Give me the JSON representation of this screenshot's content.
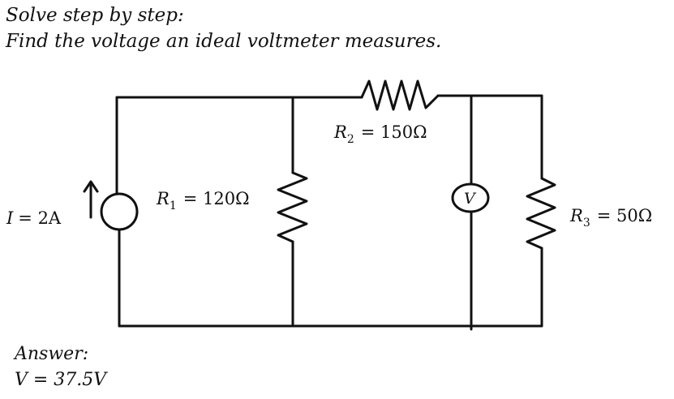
{
  "prompt": {
    "line1": "Solve step by step:",
    "line2": "Find the voltage an ideal voltmeter measures."
  },
  "labels": {
    "current_var": "I",
    "current_eq": "= 2A",
    "r1_sym": "R",
    "r1_sub": "1",
    "r1_val": "= 120Ω",
    "r2_sym": "R",
    "r2_sub": "2",
    "r2_val": "= 150Ω",
    "r3_sym": "R",
    "r3_sub": "3",
    "r3_val": "= 50Ω",
    "voltmeter": "V"
  },
  "answer": {
    "heading": "Answer:",
    "value": "V = 37.5V"
  },
  "colors": {
    "ink": "#111111",
    "background": "#ffffff"
  }
}
